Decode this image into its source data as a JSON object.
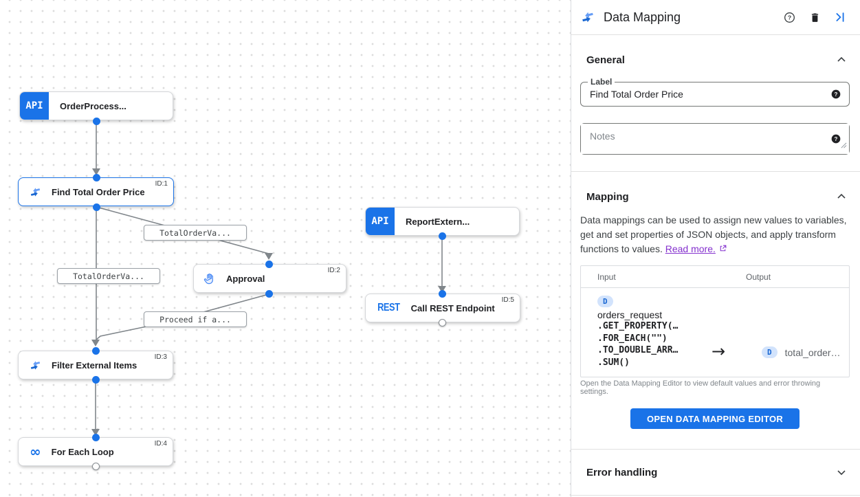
{
  "canvas": {
    "nodes": [
      {
        "label": "OrderProcess...",
        "badge": "API"
      },
      {
        "label": "Find Total Order Price",
        "id_label": "ID:1",
        "selected": true
      },
      {
        "label": "ReportExtern...",
        "badge": "API"
      },
      {
        "label": "Approval",
        "id_label": "ID:2"
      },
      {
        "label": "Call REST Endpoint",
        "id_label": "ID:5",
        "badge": "REST"
      },
      {
        "label": "Filter External Items",
        "id_label": "ID:3"
      },
      {
        "label": "For Each Loop",
        "id_label": "ID:4"
      }
    ],
    "edge_labels": [
      "TotalOrderVa...",
      "TotalOrderVa...",
      "Proceed if a..."
    ]
  },
  "panel": {
    "title": "Data Mapping",
    "general": {
      "heading": "General",
      "label_field": {
        "label": "Label",
        "value": "Find Total Order Price"
      },
      "notes_field": {
        "placeholder": "Notes"
      }
    },
    "mapping": {
      "heading": "Mapping",
      "description": "Data mappings can be used to assign new values to variables, get and set properties of JSON objects, and apply transform functions to values.",
      "read_more": "Read more.",
      "table": {
        "input_header": "Input",
        "output_header": "Output",
        "input": {
          "badge": "D",
          "variable": "orders_request",
          "functions": [
            ".GET_PROPERTY(…",
            ".FOR_EACH(\"\")",
            ".TO_DOUBLE_ARR…",
            ".SUM()"
          ]
        },
        "output": {
          "badge": "D",
          "variable": "total_order…"
        }
      },
      "footnote": "Open the Data Mapping Editor to view default values and error throwing settings.",
      "button": "OPEN DATA MAPPING EDITOR"
    },
    "error_handling": {
      "heading": "Error handling"
    }
  },
  "icons": {
    "loop_glyph": "∞",
    "mapping_arrow": "→"
  },
  "colors": {
    "accent": "#1a73e8",
    "link": "#8430ce",
    "badge_bg": "#d2e3fc",
    "badge_text": "#1967d2",
    "edge": "#80868b"
  }
}
